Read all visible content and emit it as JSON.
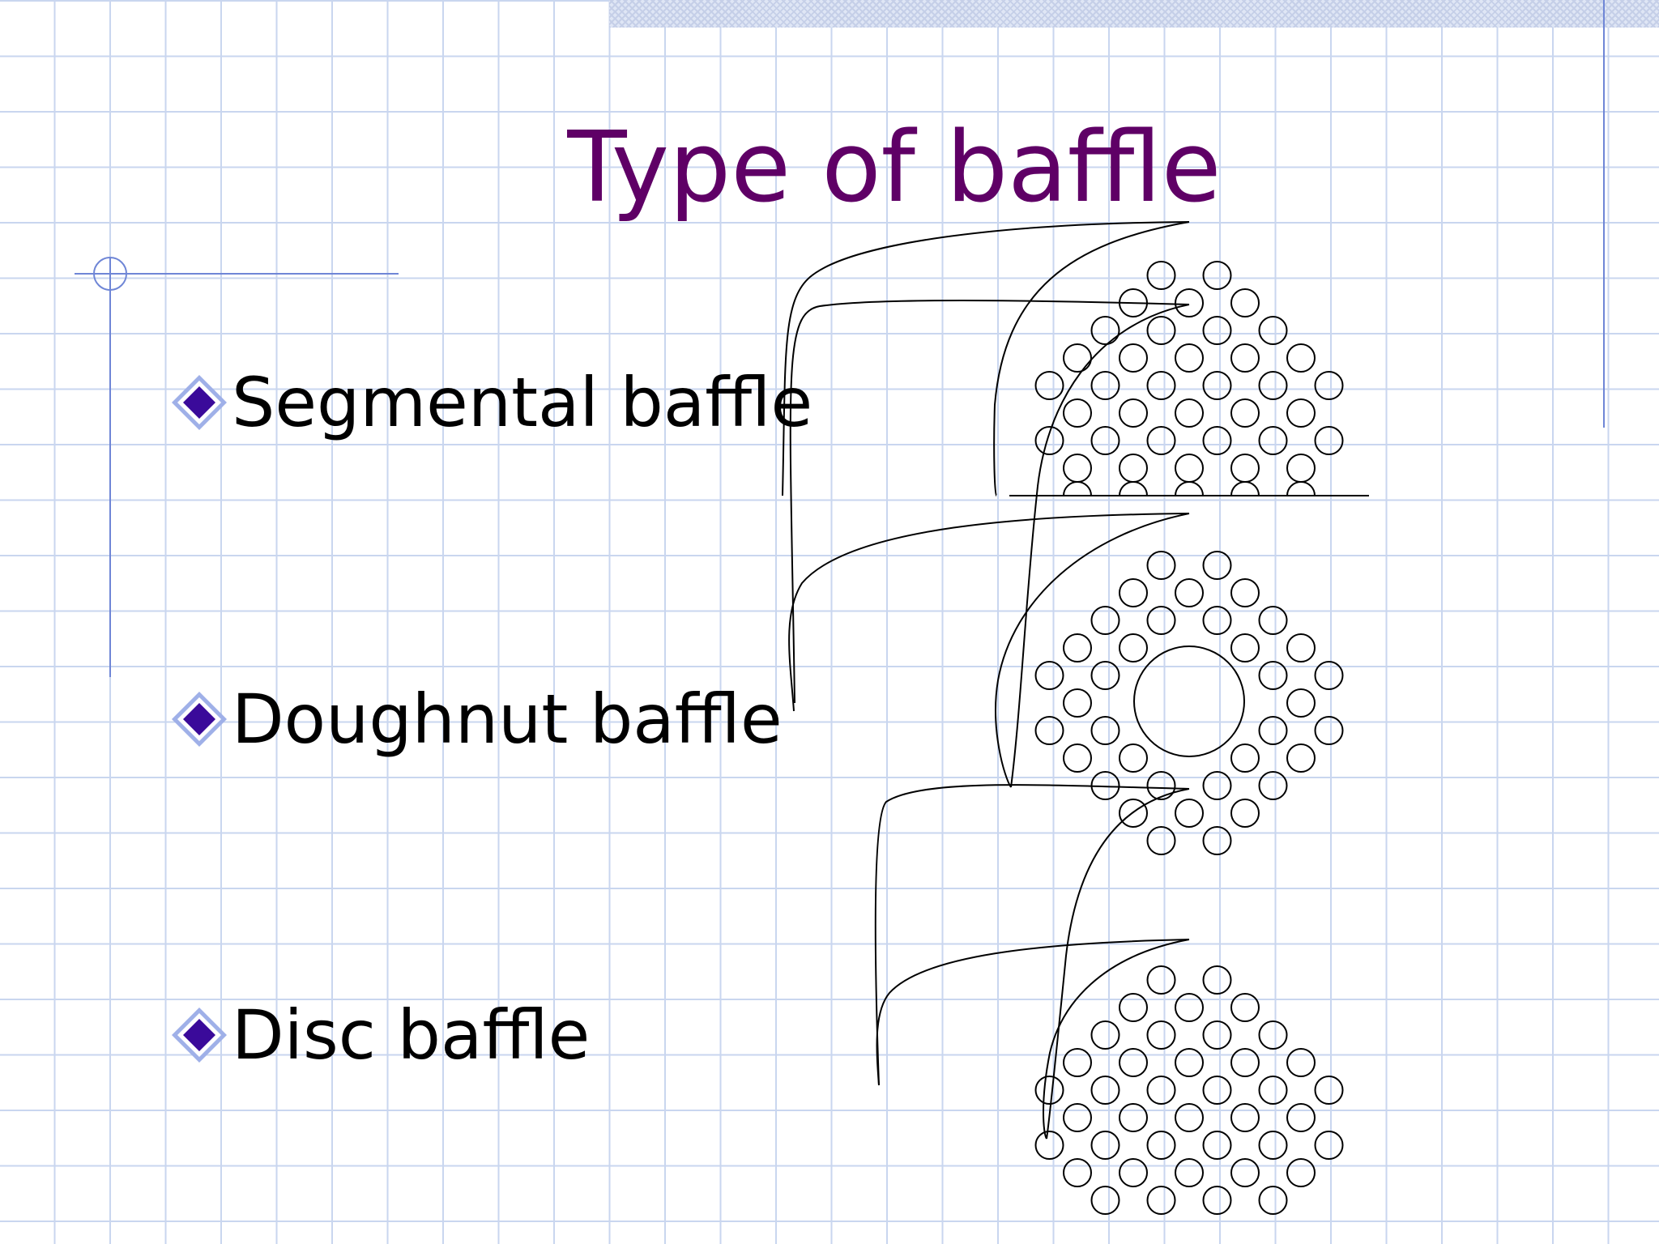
{
  "slide": {
    "title": "Type of baffle",
    "bullets": [
      {
        "text": "Segmental baffle"
      },
      {
        "text": "Doughnut baffle"
      },
      {
        "text": "Disc baffle"
      }
    ]
  },
  "colors": {
    "title": "#5f0066",
    "bullet_marker": "#3a0a9a",
    "grid": "#c9d6ef",
    "decor_line": "#6f86d6",
    "diagram_stroke": "#000000"
  },
  "icons": {
    "bullet": "diamond-bullet-icon",
    "corner": "circle-crosshair-icon"
  }
}
